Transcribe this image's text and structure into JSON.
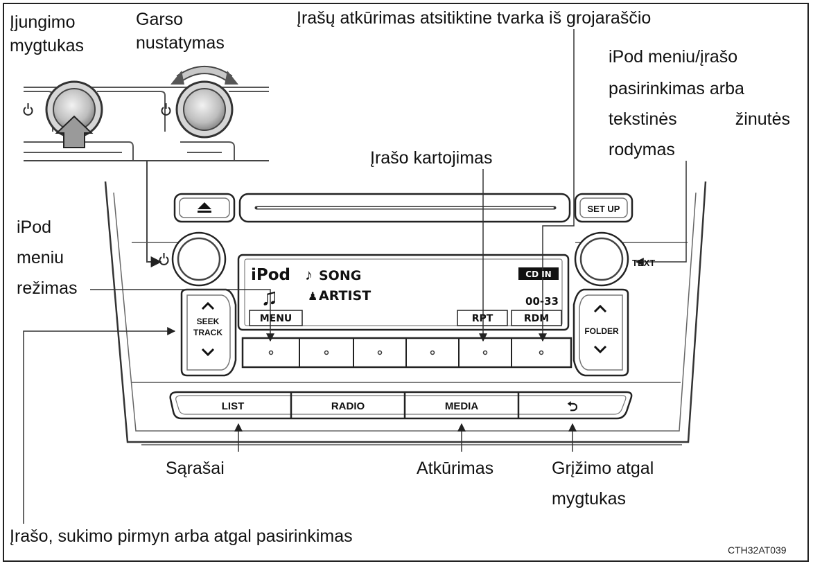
{
  "labels": {
    "power_l1": "Įjungimo",
    "power_l2": "mygtukas",
    "volume_l1": "Garso",
    "volume_l2": "nustatymas",
    "random": "Įrašų atkūrimas atsitiktine tvarka iš grojaraščio",
    "menu_sel": [
      "iPod meniu/įrašo",
      "pasirinkimas arba"
    ],
    "text_word1": "tekstinės",
    "text_word2": "žinutės",
    "text_l4": "rodymas",
    "repeat": "Įrašo kartojimas",
    "ipod_menu_l1": "iPod",
    "ipod_menu_l2": "meniu",
    "ipod_menu_l3": "režimas",
    "lists": "Sąrašai",
    "playback": "Atkūrimas",
    "back_l1": "Grįžimo atgal",
    "back_l2": "mygtukas",
    "seek": "Įrašo, sukimo pirmyn arba atgal pasirinkimas",
    "figure_code": "CTH32AT039"
  },
  "unit": {
    "setup": "SET UP",
    "text_knob": "TEXT",
    "seek_l1": "SEEK",
    "seek_l2": "TRACK",
    "folder": "FOLDER",
    "bottom_buttons": [
      "LIST",
      "RADIO",
      "MEDIA"
    ],
    "back_glyph": "⮌"
  },
  "display": {
    "source": "iPod",
    "song": "SONG",
    "artist": "ARTIST",
    "cd_in": "CD IN",
    "time": "00-33",
    "menu": "MENU",
    "rpt": "RPT",
    "rdm": "RDM"
  },
  "icons": {
    "eject": "eject-icon",
    "power": "power-icon",
    "note": "music-note-icon",
    "person": "person-icon",
    "back": "return-arrow-icon"
  }
}
